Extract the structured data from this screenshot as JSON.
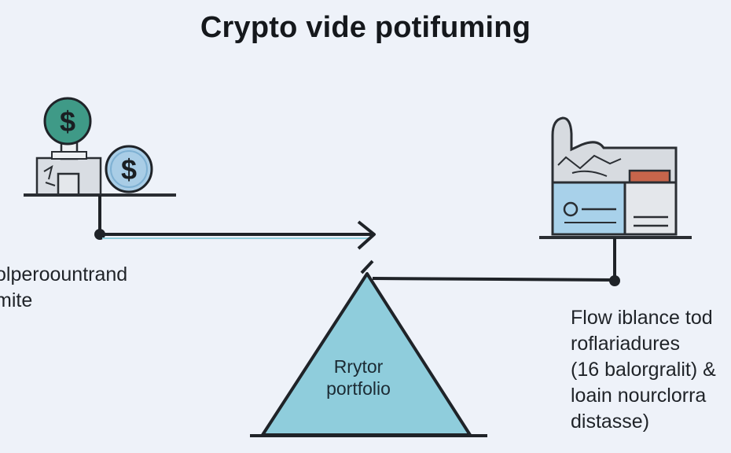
{
  "title": "Crypto vide potifuming",
  "left_label": {
    "lines": [
      "olperoountrand",
      "mite"
    ]
  },
  "right_label": {
    "lines": [
      "Flow iblance tod",
      "roflariadures",
      "(16 balorgralit) &",
      "loain nourclorra",
      "distasse)"
    ]
  },
  "center_label": {
    "lines": [
      "Rrytor",
      "portfolio"
    ]
  },
  "icons": {
    "coin_symbol": "$",
    "left_group": [
      "dollar-coin-icon",
      "dollar-coin-icon",
      "bank-building-icon"
    ],
    "right_group": [
      "document-card-icon",
      "rock-image-icon"
    ]
  },
  "colors": {
    "background": "#eef2f9",
    "stroke": "#1f2328",
    "coin_green": "#3f9a87",
    "coin_blue": "#a9cde6",
    "triangle_fill": "#8fcddc",
    "card_blue": "#a8d1ea",
    "block_red": "#c7654b"
  }
}
